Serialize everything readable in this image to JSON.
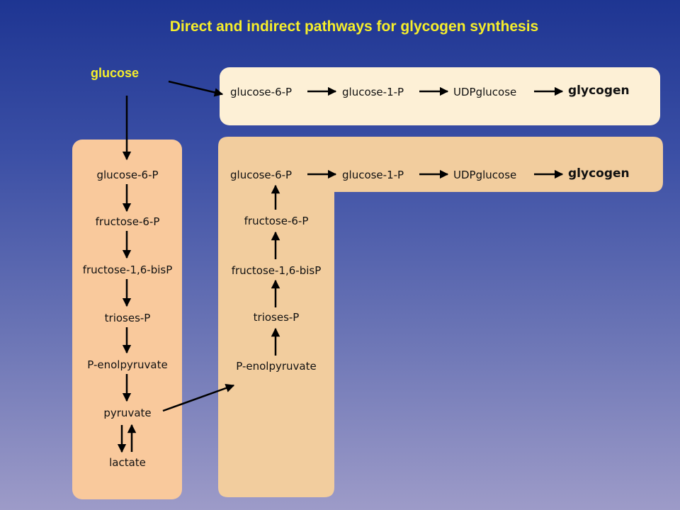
{
  "title": "Direct and indirect pathways for glycogen synthesis",
  "start": "glucose",
  "direct_pathway": [
    "glucose-6-P",
    "glucose-1-P",
    "UDPglucose",
    "glycogen"
  ],
  "glycolysis": [
    "glucose-6-P",
    "fructose-6-P",
    "fructose-1,6-bisP",
    "trioses-P",
    "P-enolpyruvate",
    "pyruvate",
    "lactate"
  ],
  "gluconeogenesis": [
    "P-enolpyruvate",
    "trioses-P",
    "fructose-1,6-bisP",
    "fructose-6-P"
  ],
  "indirect_top": [
    "glucose-6-P",
    "glucose-1-P",
    "UDPglucose",
    "glycogen"
  ],
  "colors": {
    "background_top": "#1e3592",
    "background_bottom": "#9d9bc8",
    "title": "#f6ee2b",
    "direct_box": "#fdf0d6",
    "glycolysis_box": "#f9c99c",
    "gluconeo_box": "#f2cd9e"
  }
}
